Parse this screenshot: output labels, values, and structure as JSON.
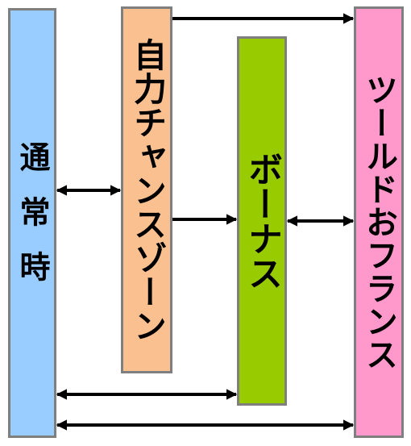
{
  "boxes": {
    "normal": {
      "label": "通常時",
      "color": "#99ccff"
    },
    "self_chance": {
      "label": "自力チャンスゾーン",
      "color": "#fac090"
    },
    "bonus": {
      "label": "ボーナス",
      "color": "#99cc00"
    },
    "world": {
      "label": "ツールドおフランス",
      "color": "#ff99cc"
    }
  },
  "connections": [
    {
      "from": "self_chance",
      "to": "world",
      "direction": "one-way"
    },
    {
      "from": "normal",
      "to": "self_chance",
      "direction": "two-way"
    },
    {
      "from": "self_chance",
      "to": "bonus",
      "direction": "one-way"
    },
    {
      "from": "bonus",
      "to": "world",
      "direction": "two-way"
    },
    {
      "from": "normal",
      "to": "bonus",
      "direction": "two-way"
    },
    {
      "from": "normal",
      "to": "world",
      "direction": "two-way"
    }
  ]
}
